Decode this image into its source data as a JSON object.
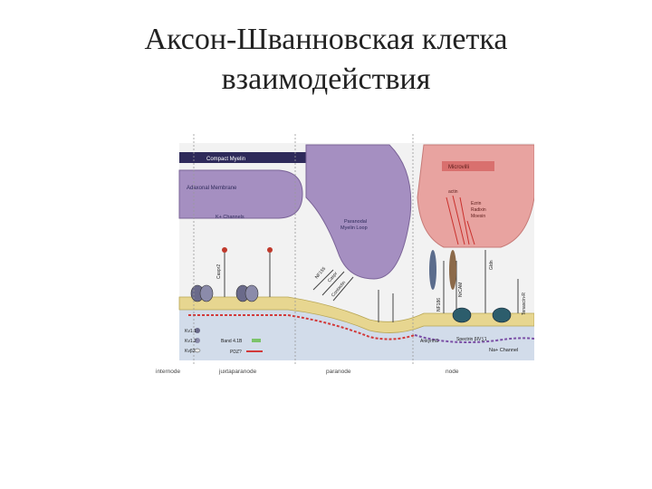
{
  "slide": {
    "title_line1": "Аксон-Шванновская клетка",
    "title_line2": "взаимодействия"
  },
  "diagram": {
    "labels": {
      "compact_myelin": "Compact Myelin",
      "adaxonal_membrane": "Adaxonal Membrane",
      "k_channels": "K+ Channels",
      "paranodal_loop": "Paranodal\nMyelin Loop",
      "microvilli": "Microvilli",
      "actin": "actin",
      "erm": "Ezrin\nRadixin\nMoesin",
      "caspr2": "Caspr2",
      "nfasc155": "NF155",
      "caspr": "Caspr",
      "contactin": "Contactin",
      "nfasc186": "NF186",
      "nrcam": "NrCAM",
      "gldn": "Gldn",
      "tenascin_r": "Tenascin-R",
      "ankyrin_g": "AnkyrinG",
      "spectrin": "Spectrin βIV∑1",
      "na_channel": "Na+ Channel"
    },
    "legend": [
      {
        "label": "Kv1.1",
        "icon": "kv11-icon"
      },
      {
        "label": "Kv1.2",
        "icon": "kv12-icon"
      },
      {
        "label": "Kvβ2",
        "icon": "kvb2-icon"
      },
      {
        "label": "Band 4.1B",
        "icon": "band41b-icon"
      },
      {
        "label": "PDZ?",
        "icon": "pdz-icon"
      }
    ],
    "regions": [
      "internode",
      "juxtaparanode",
      "paranode",
      "node"
    ],
    "colors": {
      "myelin": "#a58fc1",
      "myelin_dark": "#7b6498",
      "microvilli": "#e8a3a0",
      "axon": "#d2dcea",
      "membrane": "#e7d690",
      "header_bar": "#2e2a5a"
    }
  }
}
